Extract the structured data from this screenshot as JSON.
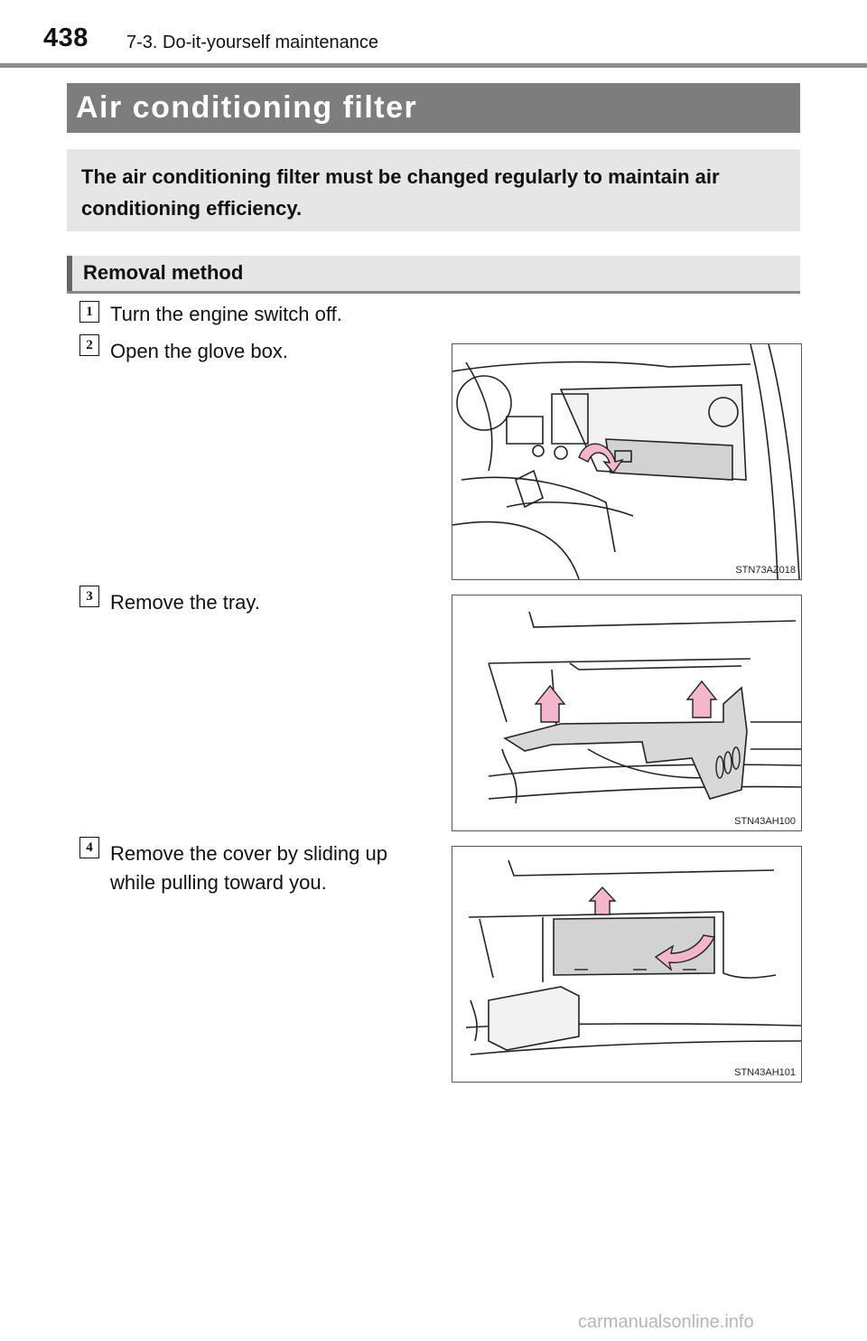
{
  "header": {
    "page_number": "438",
    "running_head": "7-3. Do-it-yourself maintenance"
  },
  "title": "Air conditioning filter",
  "intro": "The air conditioning filter must be changed regularly to maintain air conditioning efficiency.",
  "section": {
    "title": "Removal method"
  },
  "steps": [
    {
      "number": "1",
      "text": "Turn the engine switch off."
    },
    {
      "number": "2",
      "text": "Open the glove box."
    },
    {
      "number": "3",
      "text": "Remove the tray."
    },
    {
      "number": "4",
      "text": "Remove the cover by sliding up while pulling toward you."
    }
  ],
  "figures": [
    {
      "code": "STN73AZ018"
    },
    {
      "code": "STN43AH100"
    },
    {
      "code": "STN43AH101"
    }
  ],
  "colors": {
    "title_bar": "#7d7d7d",
    "box_background": "#e6e6e6",
    "arrow_pink": "#f4b6cc"
  },
  "watermark": "carmanualsonline.info"
}
